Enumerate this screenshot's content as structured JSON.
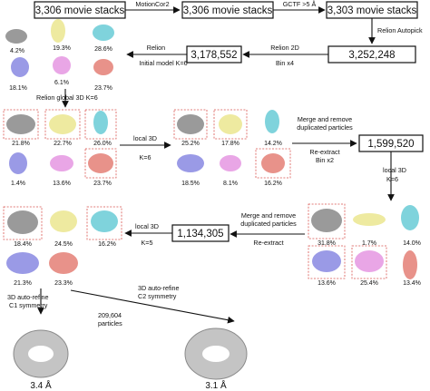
{
  "boxes": {
    "stacks1": "3,306 movie stacks",
    "stacks2": "3,306 movie stacks",
    "stacks3": "3,303 movie stacks",
    "count_3252248": "3,252,248",
    "count_3178552": "3,178,552",
    "count_1599520": "1,599,520",
    "count_1134305": "1,134,305"
  },
  "labels": {
    "motioncor2": "MotionCor2",
    "gctf": "GCTF >5 Å",
    "relion_autopick": "Relion Autopick",
    "relion_2d": "Relion 2D",
    "bin_x4": "Bin x4",
    "relion": "Relion",
    "initial_model": "Initial model K=6",
    "relion_global_3d": "Relion   global 3D K=6",
    "local_3d_a": "local 3D",
    "k6_a": "K=6",
    "merge_remove_1": "Merge and remove",
    "duplicated_1": "duplicated particles",
    "reextract_1": "Re-extract",
    "bin_x2": "Bin x2",
    "local_3d_b": "local 3D",
    "k6_b": "K=6",
    "merge_remove_2": "Merge and remove",
    "duplicated_2": "duplicated particles",
    "reextract_2": "Re-extract",
    "local_3d_c": "local 3D",
    "k5": "K=5",
    "auto_c1_a": "3D auto-refine",
    "auto_c1_b": "C1 symmetry",
    "auto_c2_a": "3D auto-refine",
    "auto_c2_b": "C2 symmetry",
    "particles_a": "209,604",
    "particles_b": "particles"
  },
  "initial_model_pcts": [
    "4.2%",
    "19.3%",
    "28.6%",
    "18.1%",
    "6.1%",
    "23.7%"
  ],
  "global_3d_pcts": [
    "21.8%",
    "22.7%",
    "26.0%",
    "1.4%",
    "13.6%",
    "23.7%"
  ],
  "local_3d_1_pcts": [
    "25.2%",
    "17.8%",
    "14.2%",
    "18.5%",
    "8.1%",
    "16.2%"
  ],
  "local_3d_2_pcts": [
    "31.8%",
    "1.7%",
    "14.0%",
    "13.6%",
    "25.4%",
    "13.4%"
  ],
  "local_3d_3_pcts": [
    "18.4%",
    "24.5%",
    "16.2%",
    "21.3%",
    "23.3%"
  ],
  "resolutions": [
    "3.4 Å",
    "3.1 Å"
  ],
  "colors": {
    "gray": "#9a9a9a",
    "yellow": "#eeeaa0",
    "cyan": "#7fd3dc",
    "violet": "#9a9ae6",
    "pink": "#e9a6e6",
    "salmon": "#e8928a",
    "dashed_box": "#d9534f"
  }
}
